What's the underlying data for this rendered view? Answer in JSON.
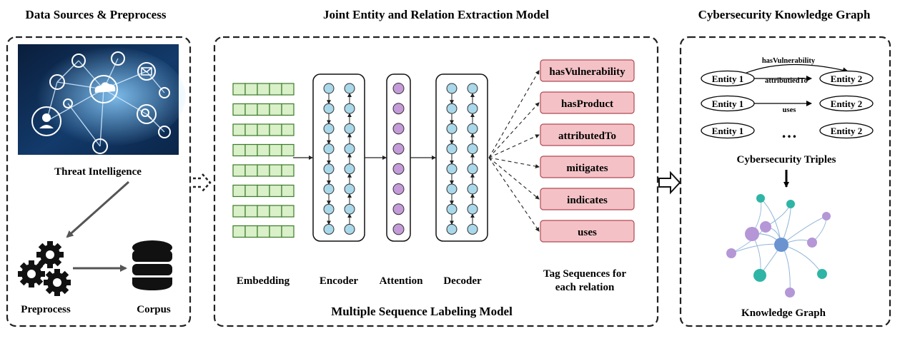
{
  "sections": {
    "data_sources": {
      "title": "Data Sources & Preprocess",
      "threat_label": "Threat Intelligence",
      "preprocess_label": "Preprocess",
      "corpus_label": "Corpus"
    },
    "model": {
      "title": "Joint Entity and Relation Extraction Model",
      "embedding_label": "Embedding",
      "encoder_label": "Encoder",
      "attention_label": "Attention",
      "decoder_label": "Decoder",
      "tag_label_line1": "Tag Sequences for",
      "tag_label_line2": "each relation",
      "bottom_label": "Multiple Sequence Labeling Model",
      "relations": [
        "hasVulnerability",
        "hasProduct",
        "attributedTo",
        "mitigates",
        "indicates",
        "uses"
      ]
    },
    "kg": {
      "title": "Cybersecurity Knowledge Graph",
      "triples": [
        {
          "head": "Entity 1",
          "relation": "hasVulnerability",
          "tail": "Entity 2"
        },
        {
          "head": "Entity 1",
          "relation": "attributiedTo",
          "tail": "Entity 2"
        },
        {
          "head": "Entity 1",
          "relation": "uses",
          "tail": "Entity 2"
        }
      ],
      "ellipsis": "…",
      "triples_label": "Cybersecurity Triples",
      "graph_label": "Knowledge Graph"
    }
  },
  "colors": {
    "embedding_fill": "#d9f0c8",
    "embedding_stroke": "#3b7a2a",
    "lstm_node": "#a9d8ea",
    "attention_node": "#c49bd8",
    "tag_fill": "#f4c2c6",
    "teal": "#2fb5a6",
    "purple": "#b596d6",
    "blue": "#6a93cf"
  },
  "icons": [
    "network-cloud-image",
    "gears-icon",
    "database-icon"
  ]
}
